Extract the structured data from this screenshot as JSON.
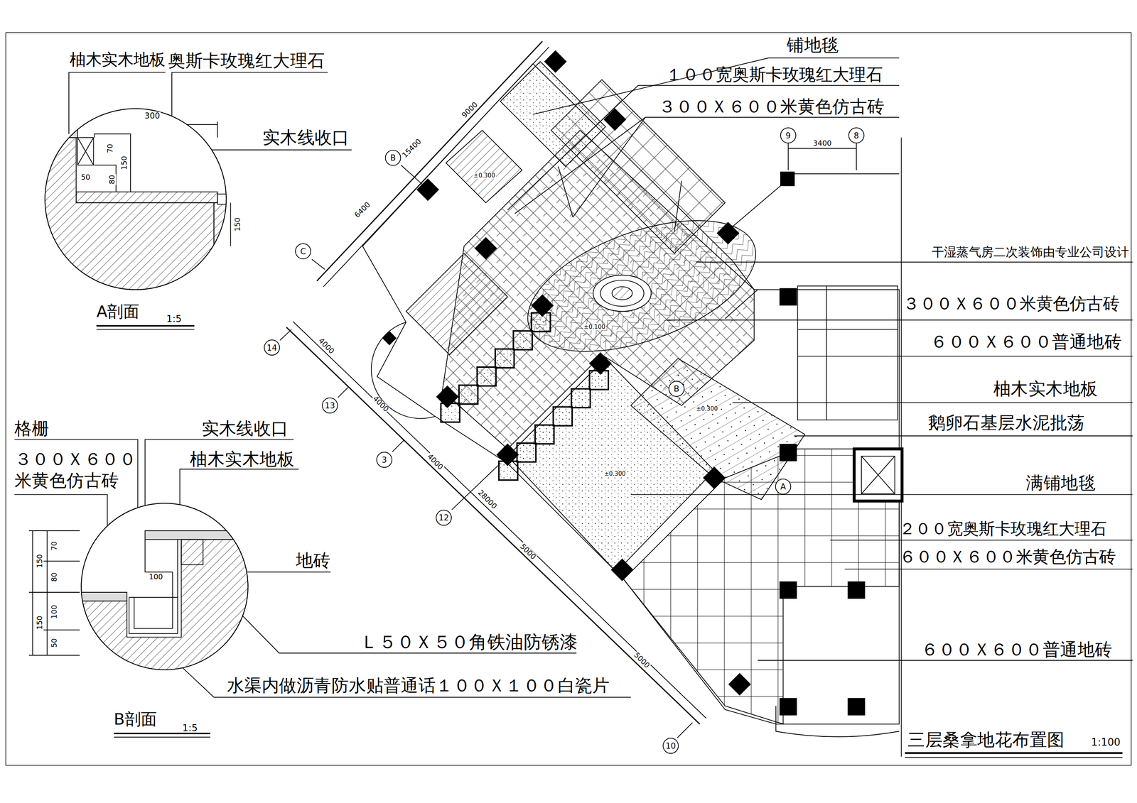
{
  "diagram": {
    "title": "三层桑拿地花布置图",
    "nodes": [
      {
        "text": [
          "B"
        ]
      },
      {
        "text": [
          "C"
        ]
      },
      {
        "text": [
          "9"
        ]
      },
      {
        "text": [
          "8"
        ]
      },
      {
        "text": [
          "14"
        ]
      },
      {
        "text": [
          "13"
        ]
      },
      {
        "text": [
          "3"
        ]
      },
      {
        "text": [
          "12"
        ]
      },
      {
        "text": [
          "10"
        ]
      },
      {
        "text": [
          "B"
        ]
      },
      {
        "text": [
          "A"
        ]
      }
    ],
    "labels": [
      "柚木实木地板",
      "奥斯卡玫瑰红大理石",
      "300",
      "实木线收口",
      "70",
      "150",
      "50",
      "80",
      "150",
      "A剖面",
      "1:5",
      "格栅",
      "实木线收口",
      "３００Ｘ６００",
      "米黄色仿古砖",
      "柚木实木地板",
      "地砖",
      "Ｌ５０Ｘ５０角铁油防锈漆",
      "水渠内做沥青防水贴普通话１００Ｘ１００白瓷片",
      "B剖面",
      "1:5",
      "70",
      "80",
      "150",
      "150",
      "100",
      "50",
      "100",
      "铺地毯",
      "１００宽奥斯卡玫瑰红大理石",
      "３００Ｘ６００米黄色仿古砖",
      "干湿蒸气房二次装饰由专业公司设计",
      "３００Ｘ６００米黄色仿古砖",
      "６００Ｘ６００普通地砖",
      "柚木实木地板",
      "鹅卵石基层水泥批荡",
      "满铺地毯",
      "２００宽奥斯卡玫瑰红大理石",
      "６００Ｘ６００米黄色仿古砖",
      "６００Ｘ６００普通地砖",
      "1:100",
      "9000",
      "15400",
      "6400",
      "3400",
      "4000",
      "4000",
      "4000",
      "28000",
      "5000",
      "5000",
      "±0.300",
      "±0.100",
      "±0.300",
      "±0.300"
    ]
  }
}
